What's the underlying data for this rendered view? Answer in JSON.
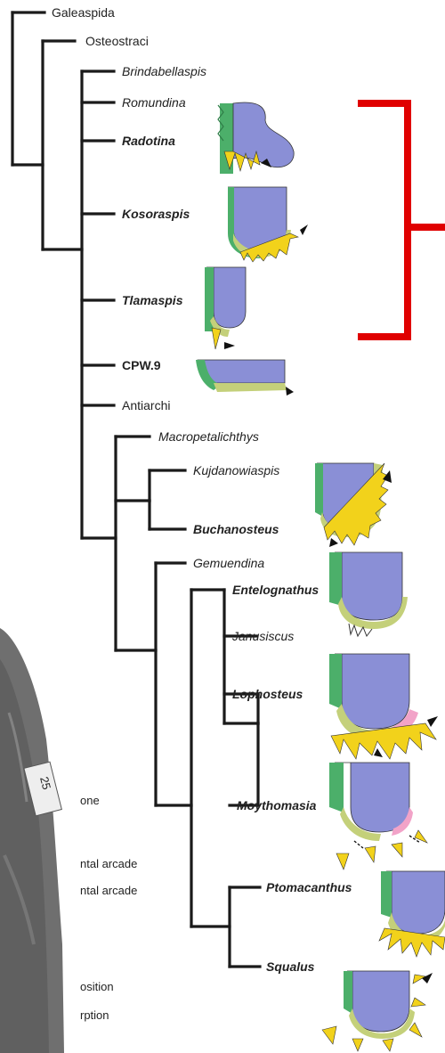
{
  "colors": {
    "tree_line": "#1a1a1a",
    "bracket": "#e00000",
    "bone_blue": "#8a8fd6",
    "dermal_green": "#4caf6a",
    "tooth_yellow": "#f2d21b",
    "base_olive": "#c4d07a",
    "pink_tissue": "#f2a3c8",
    "arrow": "#111111"
  },
  "taxa": [
    {
      "name": "Galeaspida",
      "style": "plain"
    },
    {
      "name": "Osteostraci",
      "style": "plain"
    },
    {
      "name": "Brindabellaspis",
      "style": "italic"
    },
    {
      "name": "Romundina",
      "style": "italic"
    },
    {
      "name": "Radotina",
      "style": "bold-italic"
    },
    {
      "name": "Kosoraspis",
      "style": "bold-italic"
    },
    {
      "name": "Tlamaspis",
      "style": "bold-italic"
    },
    {
      "name": "CPW.9",
      "style": "bold"
    },
    {
      "name": "Antiarchi",
      "style": "plain"
    },
    {
      "name": "Macropetalichthys",
      "style": "italic"
    },
    {
      "name": "Kujdanowiaspis",
      "style": "italic"
    },
    {
      "name": "Buchanosteus",
      "style": "bold-italic"
    },
    {
      "name": "Gemuendina",
      "style": "italic"
    },
    {
      "name": "Entelognathus",
      "style": "bold-italic"
    },
    {
      "name": "Janusiscus",
      "style": "italic"
    },
    {
      "name": "Lophosteus",
      "style": "bold-italic"
    },
    {
      "name": "Moythomasia",
      "style": "bold-italic"
    },
    {
      "name": "Ptomacanthus",
      "style": "bold-italic"
    },
    {
      "name": "Squalus",
      "style": "bold-italic"
    }
  ],
  "legend_fragments": [
    "one",
    "ntal arcade",
    "ntal arcade",
    "osition",
    "rption"
  ],
  "specimen_label_fragment": "25"
}
